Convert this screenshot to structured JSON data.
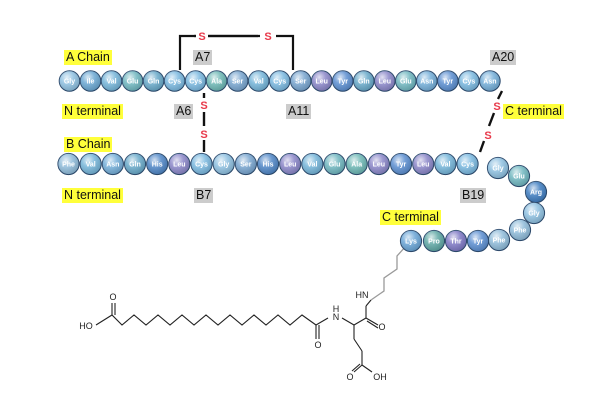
{
  "labels": {
    "a_chain": "A Chain",
    "b_chain": "B Chain",
    "n_terminal_a": "N terminal",
    "n_terminal_b": "N terminal",
    "c_terminal_a": "C terminal",
    "c_terminal_b": "C terminal",
    "a7": "A7",
    "a20": "A20",
    "a6": "A6",
    "a11": "A11",
    "b7": "B7",
    "b19": "B19"
  },
  "disulfide_symbol": "S",
  "a_chain": [
    "Gly",
    "Ile",
    "Val",
    "Glu",
    "Gln",
    "Cys",
    "Cys",
    "Ala",
    "Ser",
    "Val",
    "Cys",
    "Ser",
    "Leu",
    "Tyr",
    "Gln",
    "Leu",
    "Glu",
    "Asn",
    "Tyr",
    "Cys",
    "Asn"
  ],
  "b_chain": [
    "Phe",
    "Val",
    "Asn",
    "Gln",
    "His",
    "Leu",
    "Cys",
    "Gly",
    "Ser",
    "His",
    "Leu",
    "Val",
    "Glu",
    "Ala",
    "Leu",
    "Tyr",
    "Leu",
    "Val",
    "Cys",
    "Gly",
    "Glu",
    "Arg",
    "Gly",
    "Phe",
    "Phe",
    "Tyr",
    "Thr",
    "Pro",
    "Lys"
  ],
  "molecule_labels": {
    "ho_left": "HO",
    "o_left": "O",
    "nh_upper": "HN",
    "nh_amide": "N",
    "h_amide": "H",
    "o_amide": "O",
    "o_right": "O",
    "o_acid": "O",
    "oh_acid": "OH"
  },
  "colors": {
    "highlight": "#ffff3b",
    "box_gray": "#cccccc",
    "disulfide_s": "#e8394a",
    "bead_outline": "#2b4a6e",
    "bead_text": "#ffffff"
  },
  "residue_colors": {
    "Gly": "#8ec0e0",
    "Ile": "#6aa7d2",
    "Val": "#74b4d8",
    "Glu": "#6fb6bf",
    "Gln": "#68a9c9",
    "Cys": "#7ab8df",
    "Ala": "#6db7b4",
    "Ser": "#78a5cf",
    "Leu": "#8a86c8",
    "Tyr": "#5b8ed0",
    "Asn": "#74aed8",
    "Phe": "#8fbbd9",
    "His": "#4f86c6",
    "Arg": "#3f7dc0",
    "Thr": "#7e78c4",
    "Pro": "#5fa7a4",
    "Lys": "#6aa5d6"
  }
}
